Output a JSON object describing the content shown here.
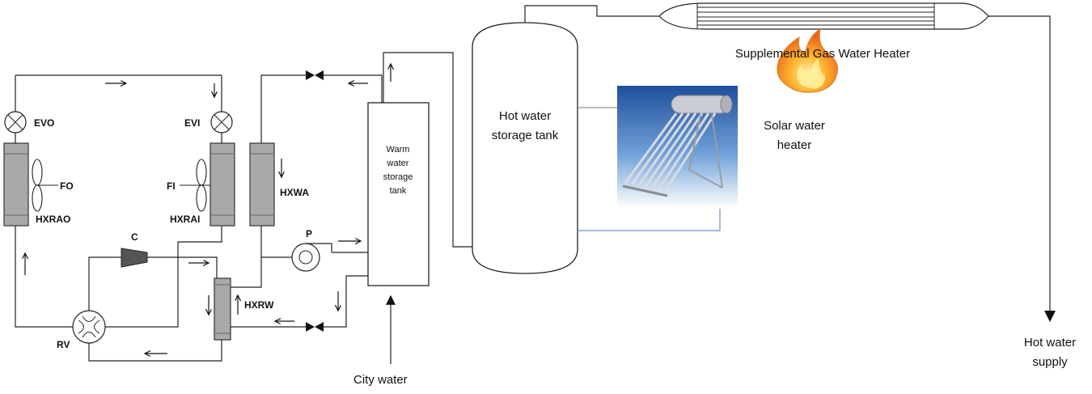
{
  "labels": {
    "evo": "EVO",
    "evi": "EVI",
    "fo": "FO",
    "fi": "FI",
    "hxrao": "HXRAO",
    "hxrai": "HXRAI",
    "hxwa": "HXWA",
    "compressor": "C",
    "pump": "P",
    "hxrw": "HXRW",
    "rv": "RV",
    "warm_tank": [
      "Warm",
      "water",
      "storage",
      "tank"
    ],
    "hot_tank": [
      "Hot water",
      "storage tank"
    ],
    "solar": [
      "Solar water",
      "heater"
    ],
    "gas_heater": "Supplemental Gas Water Heater",
    "city_water": "City water",
    "hot_supply": [
      "Hot water",
      "supply"
    ]
  },
  "colors": {
    "line": "#222222",
    "heat_exchanger": "#a9a9a9",
    "compressor": "#555555",
    "solar_link": "#6f8fbf",
    "flame_outer": "#f39c12",
    "flame_inner": "#ffd24a"
  }
}
